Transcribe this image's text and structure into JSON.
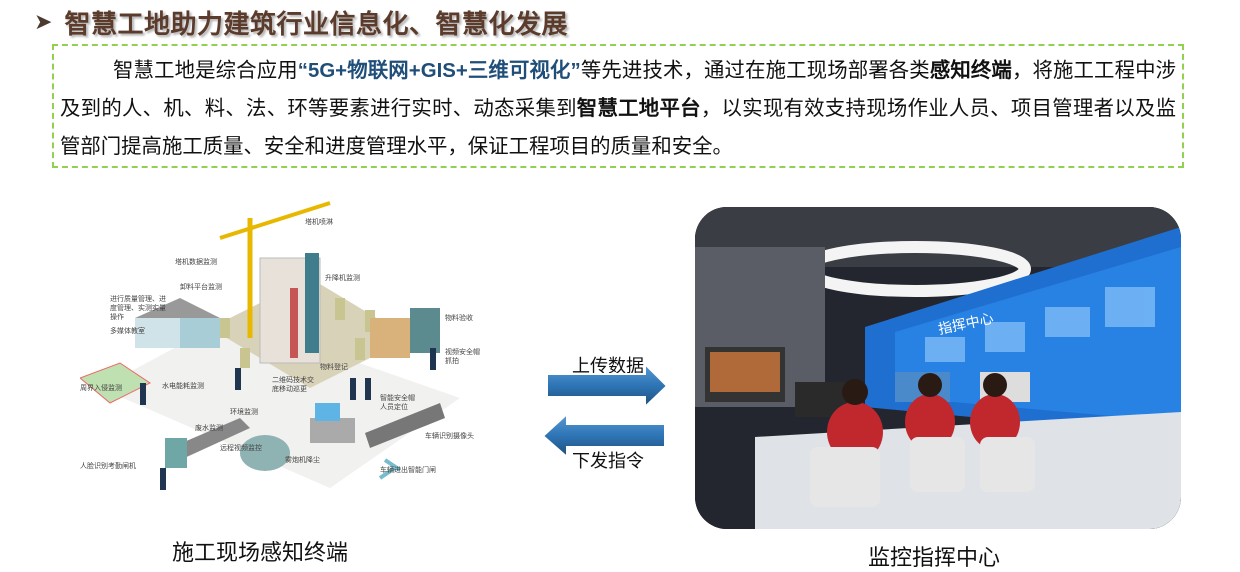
{
  "header": {
    "bullet_icon": "arrow-bullet-icon",
    "title": "智慧工地助力建筑行业信息化、智慧化发展"
  },
  "intro": {
    "t1": "智慧工地是综合应用",
    "q_open": "“",
    "highlight": "5G+物联网+GIS+三维可视化",
    "q_close": "”",
    "t2": "等先进技术，通过在施工现场部署各类",
    "bold1": "感知终端",
    "t3": "，将施工工程中涉及到的人、机、料、法、环等要素进行实时、动态采集到",
    "bold2": "智慧工地平台",
    "t4": "，以实现有效支持现场作业人员、项目管理者以及监管部门提高施工质量、安全和进度管理水平，保证工程项目的质量和安全。",
    "highlight_color": "#1f4e79",
    "border_color": "#92d050"
  },
  "illustration": {
    "labels": [
      "塔机喷淋",
      "塔机数据监测",
      "升降机监测",
      "卸料平台监测",
      "进行质量管理、进度管理、实测实量操作",
      "多媒体教室",
      "物料验收",
      "视频安全帽抓拍",
      "物料登记",
      "二维码技术交底移动巡更",
      "水电能耗监测",
      "智能安全帽人员定位",
      "环境监测",
      "废水监测",
      "车辆识别摄像头",
      "远程视频监控",
      "雾炮机降尘",
      "车辆进出智能门闸",
      "人脸识别考勤闸机",
      "周界入侵监测"
    ],
    "caption": "施工现场感知终端"
  },
  "flow": {
    "upload": "上传数据",
    "command": "下发指令",
    "arrow_color": "#2e75b6"
  },
  "photo": {
    "caption": "监控指挥中心",
    "wall_sign": "指挥中心"
  }
}
